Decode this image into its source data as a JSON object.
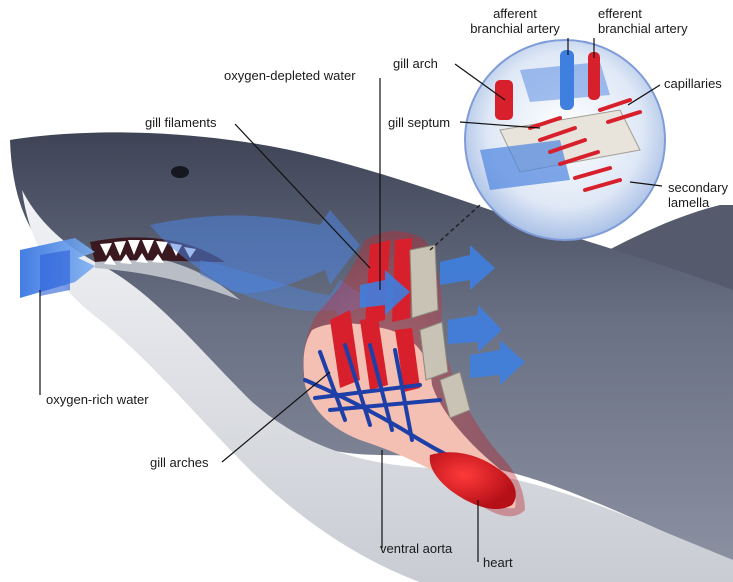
{
  "labels": {
    "afferent": "afferent\nbranchial artery",
    "efferent": "efferent\nbranchial artery",
    "gill_arch": "gill arch",
    "capillaries": "capillaries",
    "oxygen_depleted_water": "oxygen-depleted water",
    "gill_septum": "gill septum",
    "gill_filaments": "gill filaments",
    "secondary_lamella": "secondary\nlamella",
    "oxygen_rich_water": "oxygen-rich water",
    "gill_arches": "gill arches",
    "ventral_aorta": "ventral aorta",
    "heart": "heart"
  },
  "colors": {
    "shark_body": "#5b6275",
    "shark_belly": "#dfe1e6",
    "water_flow": "#3f7fe0",
    "blood_oxygenated": "#d8202c",
    "tissue": "#f1b9ad",
    "vessel": "#1f3fa8"
  }
}
